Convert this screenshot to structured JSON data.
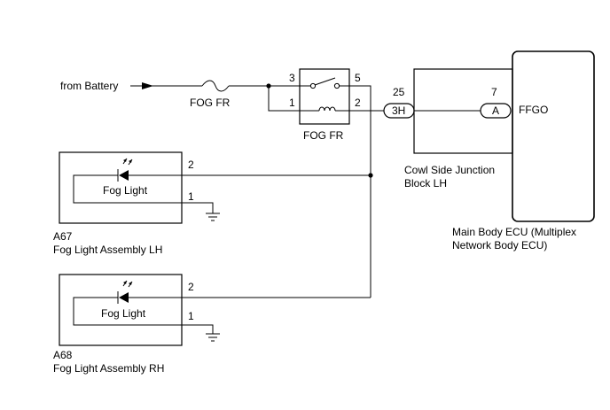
{
  "battery": {
    "label": "from Battery"
  },
  "fuse": {
    "label": "FOG FR"
  },
  "relay": {
    "label": "FOG FR",
    "pin_top_left": "3",
    "pin_top_right": "5",
    "pin_bottom_left": "1",
    "pin_bottom_right": "2"
  },
  "junction_block": {
    "line1": "Cowl Side Junction",
    "line2": "Block LH",
    "pin_number": "25",
    "connector": "3H"
  },
  "ecu": {
    "line1": "Main Body ECU (Multiplex",
    "line2": "Network Body ECU)",
    "pin_number": "7",
    "connector": "A",
    "terminal": "FFGO"
  },
  "fog_lh": {
    "code": "A67",
    "name": "Fog Light Assembly LH",
    "inner_label": "Fog Light",
    "pin_top": "2",
    "pin_bottom": "1"
  },
  "fog_rh": {
    "code": "A68",
    "name": "Fog Light Assembly RH",
    "inner_label": "Fog Light",
    "pin_top": "2",
    "pin_bottom": "1"
  }
}
